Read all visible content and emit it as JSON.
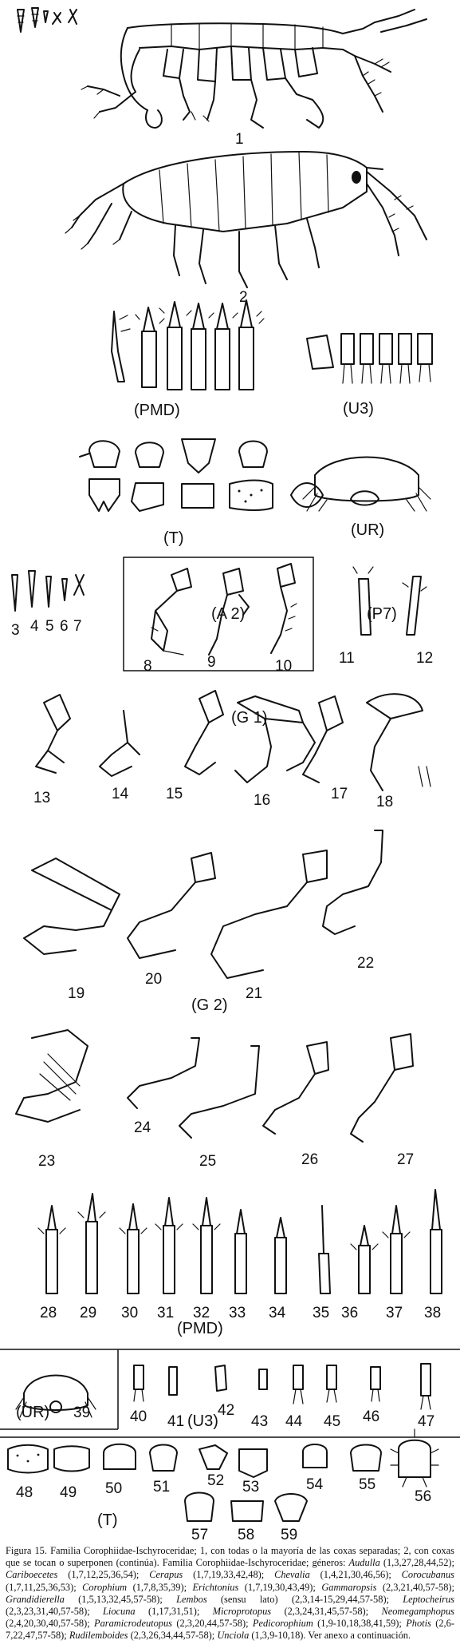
{
  "figure_numbers": [
    "1",
    "2",
    "3",
    "4",
    "5",
    "6",
    "7",
    "8",
    "9",
    "10",
    "11",
    "12",
    "13",
    "14",
    "15",
    "16",
    "17",
    "18",
    "19",
    "20",
    "21",
    "22",
    "23",
    "24",
    "25",
    "26",
    "27",
    "28",
    "29",
    "30",
    "31",
    "32",
    "33",
    "34",
    "35",
    "36",
    "37",
    "38",
    "39",
    "40",
    "41",
    "42",
    "43",
    "44",
    "45",
    "46",
    "47",
    "48",
    "49",
    "50",
    "51",
    "52",
    "53",
    "54",
    "55",
    "56",
    "57",
    "58",
    "59"
  ],
  "groups": {
    "pmd": "(PMD)",
    "u3": "(U3)",
    "t": "(T)",
    "ur": "(UR)",
    "a2": "(A 2)",
    "p7": "(P7)",
    "g1": "(G 1)",
    "g2": "(G 2)"
  },
  "caption": {
    "lead": "Figura 15. Familia Corophiidae-Ischyroceridae; 1, con todas o la mayoría de las coxas separadas; 2, con coxas que se tocan o superponen (continúa). Familia Corophiidae-Ischyroceridae; géneros:",
    "genera": [
      {
        "name": "Audulla",
        "refs": "(1,3,27,28,44,52);"
      },
      {
        "name": "Cariboecetes",
        "refs": "(1,7,12,25,36,54);"
      },
      {
        "name": "Cerapus",
        "refs": "(1,7,19,33,42,48);"
      },
      {
        "name": "Chevalia",
        "refs": "(1,4,21,30,46,56);"
      },
      {
        "name": "Corocubanus",
        "refs": "(1,7,11,25,36,53);"
      },
      {
        "name": "Corophium",
        "refs": "(1,7,8,35,39);"
      },
      {
        "name": "Erichtonius",
        "refs": "(1,7,19,30,43,49);"
      },
      {
        "name": "Gammaropsis",
        "refs": "(2,3,21,40,57-58);"
      },
      {
        "name": "Grandidierella",
        "refs": "(1,5,13,32,45,57-58);"
      },
      {
        "name": "Lembos",
        "refs": "(sensu lato) (2,3,14-15,29,44,57-58);"
      },
      {
        "name": "Leptocheirus",
        "refs": "(2,3,23,31,40,57-58);"
      },
      {
        "name": "Liocuna",
        "refs": "(1,17,31,51);"
      },
      {
        "name": "Microprotopus",
        "refs": "(2,3,24,31,45,57-58);"
      },
      {
        "name": "Neomegamphopus",
        "refs": "(2,4,20,30,40,57-58);"
      },
      {
        "name": "Paramicrodeutopus",
        "refs": "(2,3,20,44,57-58);"
      },
      {
        "name": "Pedicorophium",
        "refs": "(1,9-10,18,38,41,59);"
      },
      {
        "name": "Photis",
        "refs": "(2,6-7,22,47,57-58);"
      },
      {
        "name": "Rudilemboides",
        "refs": "(2,3,26,34,44,57-58);"
      },
      {
        "name": "Unciola",
        "refs": "(1,3,9-10,18)."
      }
    ],
    "tail": "Ver anexo a continuación."
  }
}
